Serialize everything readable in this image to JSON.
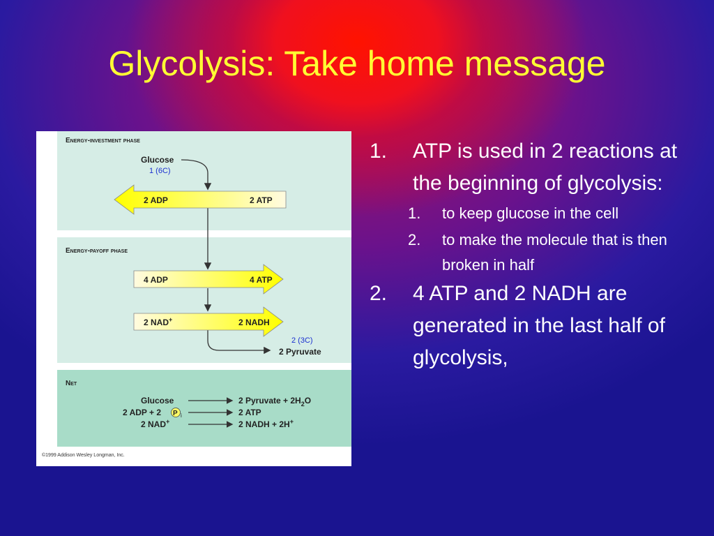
{
  "slide": {
    "title": "Glycolysis: Take home message"
  },
  "figure": {
    "investment_header": "Energy-investment phase",
    "payoff_header": "Energy-payoff phase",
    "net_header": "Net",
    "glucose_label": "Glucose",
    "glucose_carbons": "1 (6C)",
    "arrow1_left": "2 ADP",
    "arrow1_right": "2 ATP",
    "arrow2_left": "4 ADP",
    "arrow2_right": "4 ATP",
    "arrow3_left": "2 NAD",
    "arrow3_right": "2 NADH",
    "pyruvate_carbons": "2 (3C)",
    "pyruvate_label": "2 Pyruvate",
    "net_row1_left": "Glucose",
    "net_row1_right": "2 Pyruvate + 2H",
    "net_row2_left": "2 ADP + 2",
    "net_row2_right": "2 ATP",
    "net_row3_left": "2 NAD",
    "net_row3_right": "2 NADH + 2H",
    "phosphate_symbol": "P",
    "phosphate_subscript": "i",
    "water_subscript": "2",
    "water_o": "O",
    "plus_superscript": "+",
    "copyright": "©1999 Addison Wesley Longman, Inc.",
    "colors": {
      "panel_bg": "#d6ede6",
      "net_bg": "#a8dcc8",
      "arrow_yellow": "#ffff00",
      "arrow_pale": "#fffbe0",
      "carbon_blue": "#1a2fd0"
    }
  },
  "bullets": [
    {
      "number": "1.",
      "text": "ATP is used in 2 reactions at the beginning of glycolysis:",
      "subitems": [
        {
          "number": "1.",
          "text": "to keep glucose in the cell"
        },
        {
          "number": "2.",
          "text": "to make the molecule that is then broken in half"
        }
      ]
    },
    {
      "number": "2.",
      "text": "4 ATP and 2 NADH are generated in the last half of glycolysis,"
    }
  ]
}
